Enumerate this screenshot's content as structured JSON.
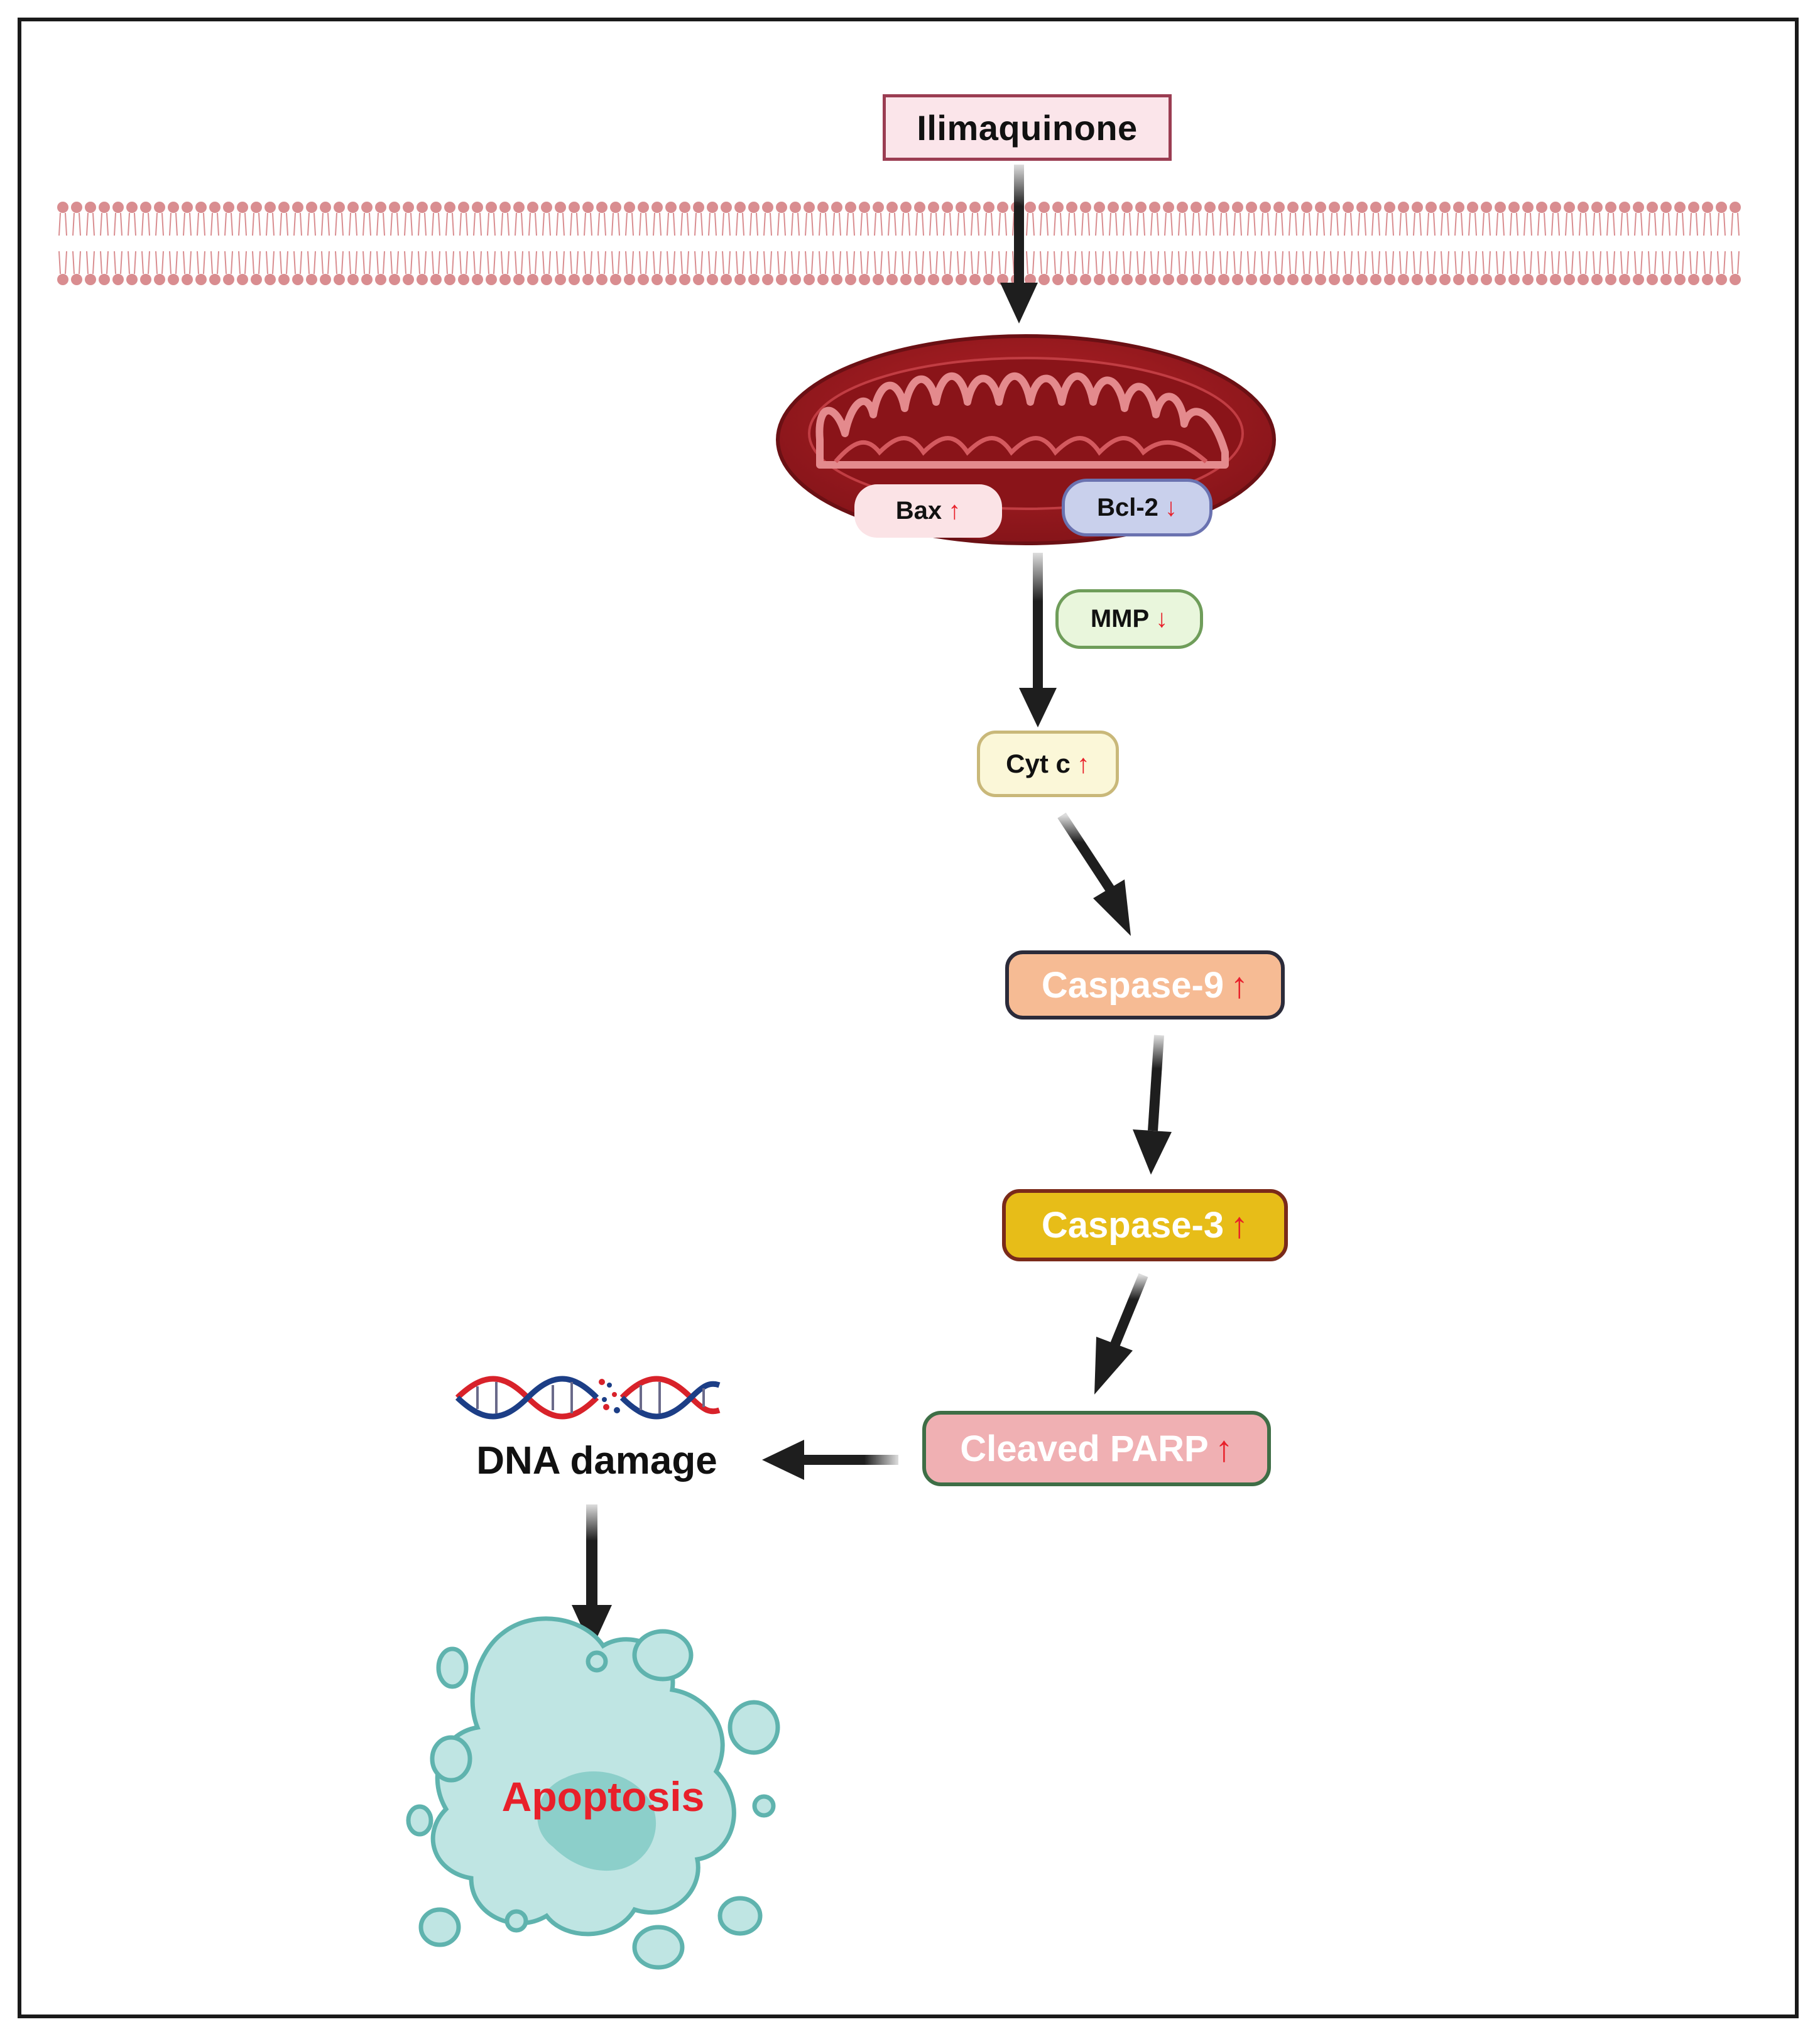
{
  "diagram": {
    "drug": "Ilimaquinone",
    "mitochondria_markers": [
      {
        "label": "Bax",
        "direction": "up",
        "arrow_glyph": "↑"
      },
      {
        "label": "Bcl-2",
        "direction": "down",
        "arrow_glyph": "↓"
      }
    ],
    "mmp": {
      "label": "MMP",
      "direction": "down",
      "arrow_glyph": "↓"
    },
    "cytc": {
      "label": "Cyt c",
      "direction": "up",
      "arrow_glyph": "↑"
    },
    "caspase9": {
      "label": "Caspase-9",
      "direction": "up",
      "arrow_glyph": "↑"
    },
    "caspase3": {
      "label": "Caspase-3",
      "direction": "up",
      "arrow_glyph": "↑"
    },
    "parp": {
      "label": "Cleaved PARP",
      "direction": "up",
      "arrow_glyph": "↑"
    },
    "dna_damage": "DNA damage",
    "apoptosis": "Apoptosis"
  },
  "colors": {
    "membrane": "#d98d90",
    "mitochondria_outer": "#a61e22",
    "mitochondria_inner": "#d45a5f",
    "arrow": "#1e1e1e",
    "up_down_arrow": "#e8202a",
    "apoptotic_cell": "#bfe5e3",
    "apoptotic_cell_outline": "#5fb3ae"
  }
}
